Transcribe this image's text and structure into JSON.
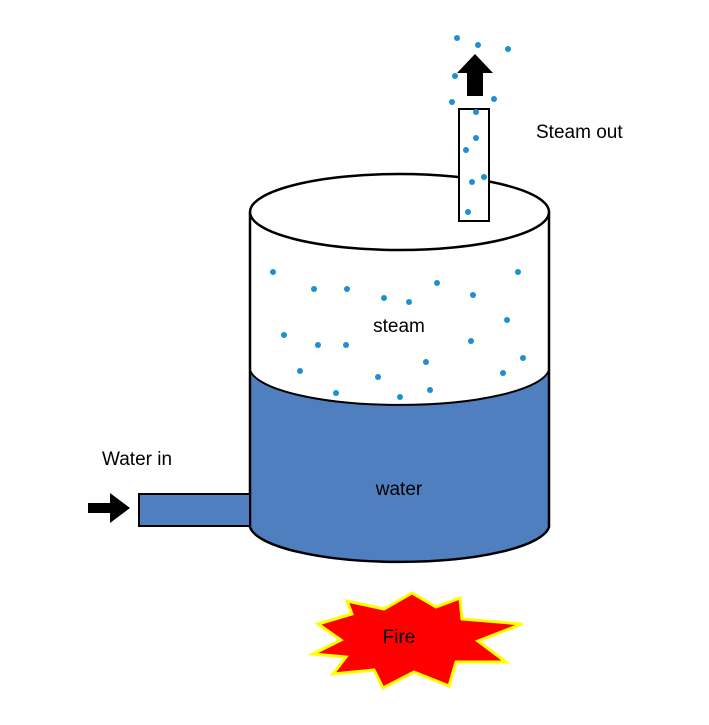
{
  "labels": {
    "steam_out": "Steam out",
    "steam": "steam",
    "water_in": "Water in",
    "water": "water",
    "fire": "Fire"
  },
  "colors": {
    "water": "#4f7fbe",
    "steam_fill": "#ffffff",
    "droplet": "#1e8fd0",
    "outline": "#000000",
    "arrow": "#000000",
    "fire_fill": "#ff0000",
    "fire_stroke": "#ffff00",
    "text": "#000000"
  },
  "icons": {
    "steam_out_arrow": "arrow-up-icon",
    "water_in_arrow": "arrow-right-icon",
    "fire": "fire-burst-icon"
  }
}
